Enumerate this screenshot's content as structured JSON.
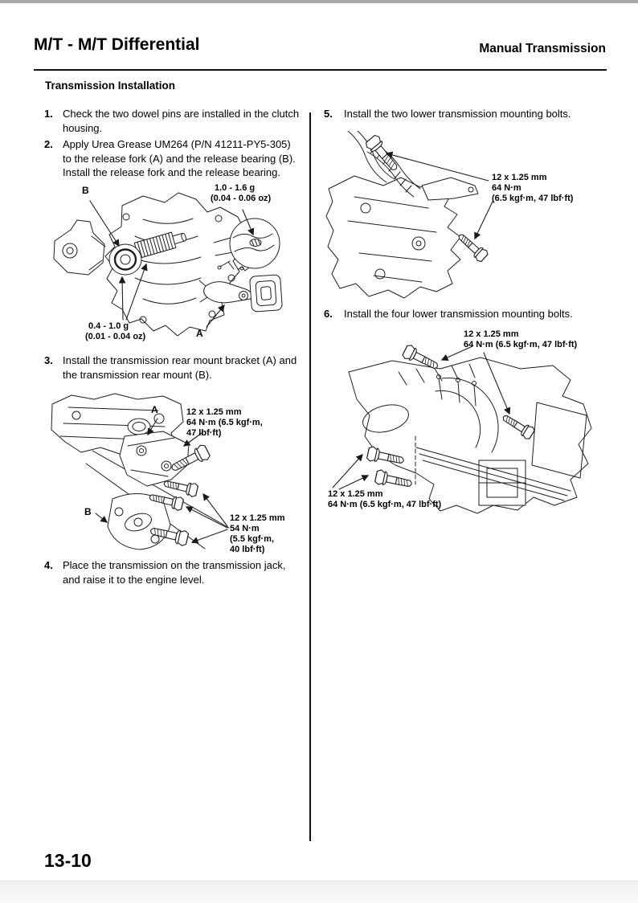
{
  "header": {
    "title": "M/T - M/T Differential",
    "subtitle": "Manual Transmission"
  },
  "section_title": "Transmission Installation",
  "footer": {
    "page_number": "13-10"
  },
  "steps": {
    "step1": {
      "num": "1.",
      "text": "Check the two dowel pins are installed in the clutch\nhousing."
    },
    "step2": {
      "num": "2.",
      "text": "Apply Urea Grease UM264 (P/N 41211-PY5-305)\nto the release fork (A) and the release bearing (B).\nInstall the release fork and the release bearing."
    },
    "step3": {
      "num": "3.",
      "text": "Install the transmission rear mount bracket (A) and\nthe transmission rear mount (B)."
    },
    "step4": {
      "num": "4.",
      "text": "Place the transmission on the transmission jack,\nand raise it to the engine level."
    },
    "step5": {
      "num": "5.",
      "text": "Install the two lower transmission mounting bolts."
    },
    "step6": {
      "num": "6.",
      "text": "Install the four lower transmission mounting bolts."
    }
  },
  "fig_release_fork": {
    "label_b": "B",
    "label_a": "A",
    "bearing_grease_l1": "1.0 - 1.6 g",
    "bearing_grease_l2": "(0.04 - 0.06 oz)",
    "fork_grease_l1": "0.4 - 1.0 g",
    "fork_grease_l2": "(0.01 - 0.04 oz)"
  },
  "fig_rear_mount": {
    "label_a": "A",
    "label_b": "B",
    "upper_spec_l1": "12 x 1.25 mm",
    "upper_spec_l2": "64 N·m (6.5 kgf·m,",
    "upper_spec_l3": "47 lbf·ft)",
    "lower_spec_l1": "12 x 1.25 mm",
    "lower_spec_l2": "54 N·m",
    "lower_spec_l3": "(5.5 kgf·m,",
    "lower_spec_l4": "40 lbf·ft)"
  },
  "fig_two_bolts": {
    "spec_l1": "12 x 1.25 mm",
    "spec_l2": "64 N·m",
    "spec_l3": "(6.5 kgf·m, 47 lbf·ft)"
  },
  "fig_four_bolts": {
    "top_spec_l1": "12 x 1.25 mm",
    "top_spec_l2": "64 N·m (6.5 kgf·m, 47 lbf·ft)",
    "bottom_spec_l1": "12 x 1.25 mm",
    "bottom_spec_l2": "64 N·m (6.5 kgf·m, 47 lbf·ft)"
  }
}
